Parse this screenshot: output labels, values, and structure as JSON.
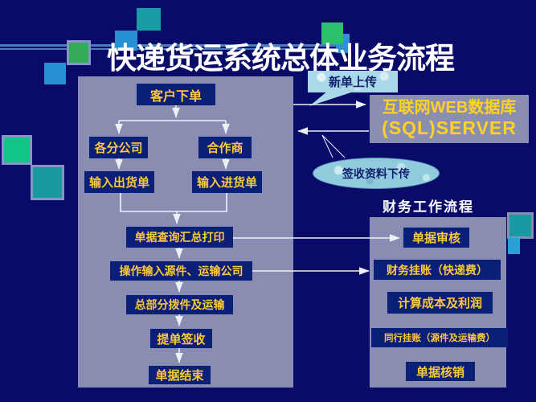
{
  "slide": {
    "title": "快递货运系统总体业务流程"
  },
  "callout": {
    "label": "新单上传"
  },
  "server_box": {
    "line1": "互联网WEB数据库",
    "line2": "(SQL)SERVER"
  },
  "bubble": {
    "label": "签收资料下传"
  },
  "main_flow": {
    "customer_order": "客户下单",
    "branch_company": "各分公司",
    "partner": "合作商",
    "input_outgoing": "输入出货单",
    "input_incoming": "输入进货单",
    "query_print": "单据查询汇总打印",
    "operate_input": "操作输入源件、运输公司",
    "hq_dispatch": "总部分拨件及运输",
    "bl_sign": "提单签收",
    "doc_end": "单据结束"
  },
  "finance_flow": {
    "title": "财务工作流程",
    "audit": "单据审核",
    "accounting": "财务挂账（快递费）",
    "cost_profit": "计算成本及利润",
    "peer_accounting": "同行挂账（源件及运输费）",
    "writeoff": "单据核销"
  },
  "colors": {
    "background": "#0a0a68",
    "panel": "#8a8db2",
    "flow_box_bg": "#0a1f78",
    "flow_box_text": "#fdc83a",
    "accent_line": "#4a80b8",
    "server_text": "#ffd028",
    "bubble_bg": "#a9d9e8",
    "bubble_text": "#15216e",
    "arrow": "#eef0f8",
    "deco_teal": "#1a9ba5",
    "deco_blue": "#2590d2",
    "deco_green": "#2cc06a"
  }
}
